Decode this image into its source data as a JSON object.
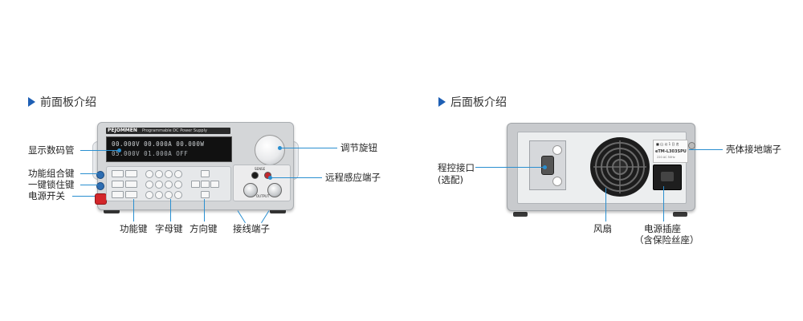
{
  "front": {
    "title": "前面板介绍",
    "labels": {
      "display": "显示数码管",
      "function_combo": "功能组合键",
      "lock_key": "一键锁住键",
      "power_switch": "电源开关",
      "knob": "调节旋钮",
      "remote_sense": "远程感应端子",
      "function_keys": "功能键",
      "letter_keys": "字母键",
      "direction_keys": "方向键",
      "terminals": "接线端子"
    },
    "device": {
      "brand": "PEJOMMEN",
      "model_text": "Programmable DC Power Supply",
      "lcd_row1": "00.000V  00.000A 00.000W",
      "lcd_row2": "05.000V  01.000A   OFF",
      "output_label": "OUTPUT",
      "sense_label": "SENSE"
    }
  },
  "rear": {
    "title": "后面板介绍",
    "labels": {
      "program_port": "程控接口",
      "program_port_note": "(选配)",
      "ground_terminal": "壳体接地端子",
      "fan": "风扇",
      "power_socket": "电源插座",
      "power_socket_note": "（含保险丝座）"
    },
    "device": {
      "sticker_line1": "■ 山 以 1 日 名",
      "sticker_model": "eTM-L303SPU",
      "sticker_line3": "220 AC 50Hz"
    }
  },
  "colors": {
    "accent": "#1e5fb4",
    "leader": "#2a8fd0",
    "power_button": "#d3262a",
    "side_button": "#2d6db2"
  }
}
